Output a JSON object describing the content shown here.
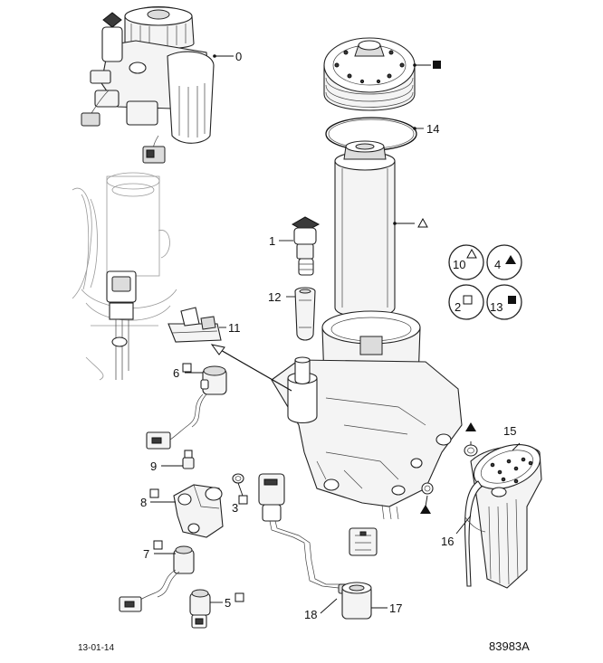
{
  "callouts": {
    "c0": "0",
    "c1": "1",
    "c3": "3",
    "c4": "4",
    "c5": "5",
    "c6": "6",
    "c7": "7",
    "c8": "8",
    "c9": "9",
    "c10": "10",
    "c11": "11",
    "c12": "12",
    "c13": "13",
    "c14": "14",
    "c15": "15",
    "c16": "16",
    "c17": "17",
    "c18": "18",
    "c2": "2"
  },
  "footer": {
    "date": "13-01-14",
    "ref": "83983A"
  }
}
